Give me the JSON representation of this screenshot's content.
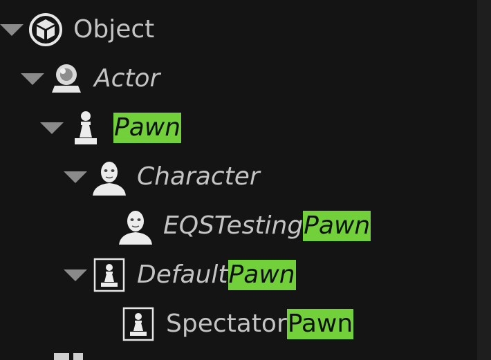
{
  "tree": {
    "search_term": "Pawn",
    "rows": [
      {
        "name": "Object",
        "italic": false,
        "prefix": "Object",
        "match": "",
        "icon": "object-cube-icon",
        "expanded": true
      },
      {
        "name": "Actor",
        "italic": true,
        "prefix": "Actor",
        "match": "",
        "icon": "actor-sphere-icon",
        "expanded": true
      },
      {
        "name": "Pawn",
        "italic": true,
        "prefix": "",
        "match": "Pawn",
        "icon": "pawn-icon",
        "expanded": true
      },
      {
        "name": "Character",
        "italic": true,
        "prefix": "Character",
        "match": "",
        "icon": "character-icon",
        "expanded": true
      },
      {
        "name": "EQSTestingPawn",
        "italic": true,
        "prefix": "EQSTesting",
        "match": "Pawn",
        "icon": "character-icon",
        "expanded": null
      },
      {
        "name": "DefaultPawn",
        "italic": true,
        "prefix": "Default",
        "match": "Pawn",
        "icon": "default-pawn-icon",
        "expanded": true
      },
      {
        "name": "SpectatorPawn",
        "italic": false,
        "prefix": "Spectator",
        "match": "Pawn",
        "icon": "default-pawn-icon",
        "expanded": null
      }
    ]
  },
  "colors": {
    "background": "#141414",
    "text": "#c4c4c4",
    "highlight": "#72d13a",
    "arrow": "#8a8a8a"
  }
}
